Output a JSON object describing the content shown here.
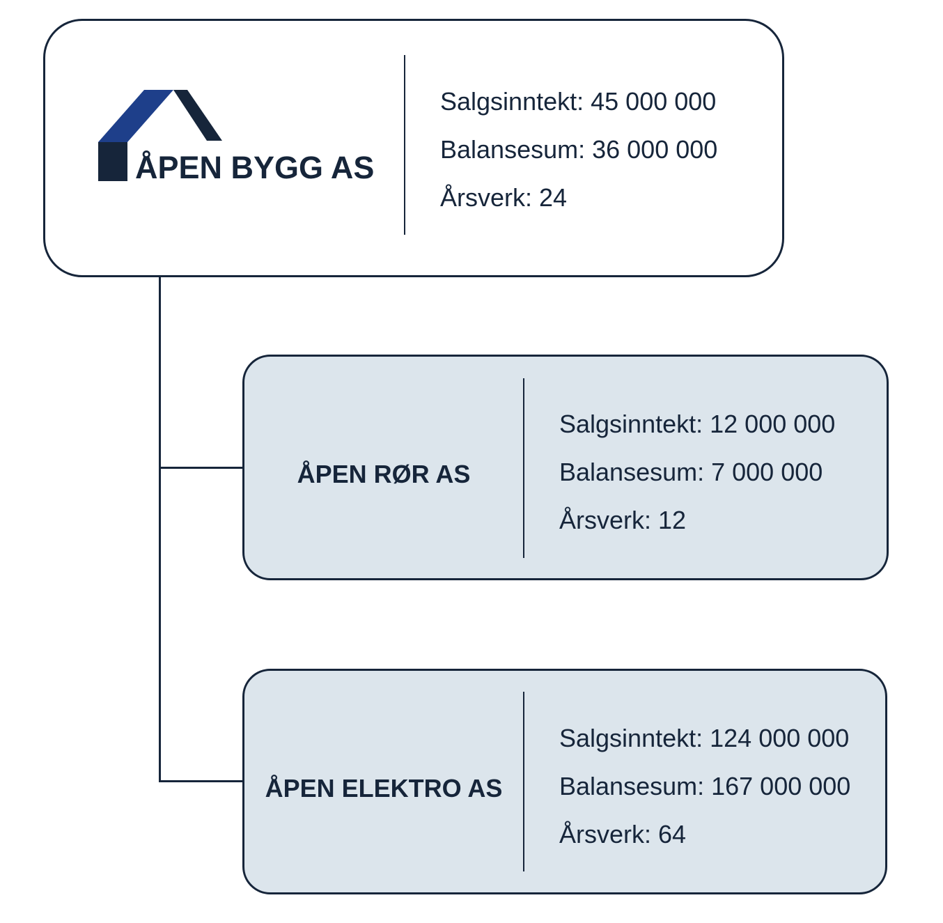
{
  "colors": {
    "ink": "#16253a",
    "roof_blue": "#1e3f8a",
    "child_fill": "#dce5ec"
  },
  "parent": {
    "name": "ÅPEN BYGG AS",
    "logo_icon": "house-roof-icon",
    "stats": [
      "Salgsinntekt: 45 000 000",
      "Balansesum: 36 000 000",
      "Årsverk: 24"
    ]
  },
  "subsidiaries": [
    {
      "name": "ÅPEN RØR AS",
      "stats": [
        "Salgsinntekt: 12 000 000",
        "Balansesum: 7 000 000",
        "Årsverk: 12"
      ]
    },
    {
      "name": "ÅPEN ELEKTRO AS",
      "stats": [
        "Salgsinntekt: 124 000 000",
        "Balansesum: 167 000 000",
        "Årsverk: 64"
      ]
    }
  ]
}
